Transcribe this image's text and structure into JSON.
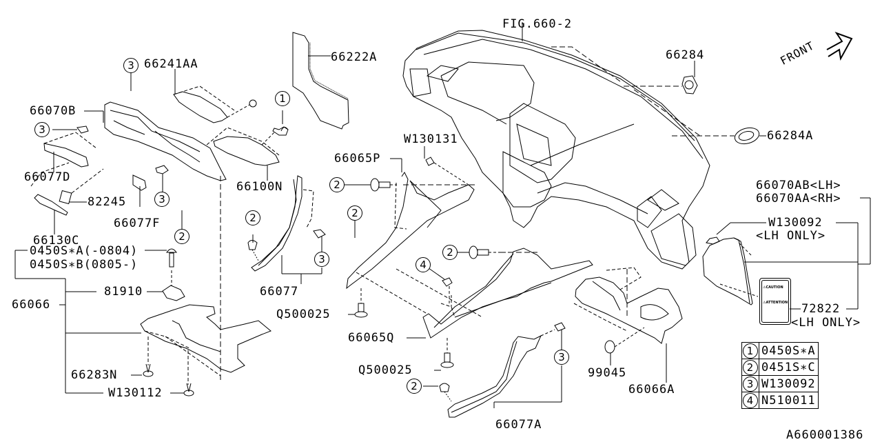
{
  "diagram": {
    "type": "exploded parts diagram",
    "figure_ref": "FIG.660-2",
    "drawing_number": "A660001386",
    "front_indicator": "FRONT",
    "parts": [
      {
        "id": "66241AA",
        "label": "66241AA"
      },
      {
        "id": "66222A",
        "label": "66222A"
      },
      {
        "id": "66070B",
        "label": "66070B"
      },
      {
        "id": "66077D",
        "label": "66077D"
      },
      {
        "id": "82245",
        "label": "82245"
      },
      {
        "id": "66077F",
        "label": "66077F"
      },
      {
        "id": "66130C",
        "label": "66130C"
      },
      {
        "id": "66100N",
        "label": "66100N"
      },
      {
        "id": "0450SA",
        "label": "0450S∗A(-0804)"
      },
      {
        "id": "0450SB",
        "label": "0450S∗B(0805-)"
      },
      {
        "id": "81910",
        "label": "81910"
      },
      {
        "id": "66066",
        "label": "66066"
      },
      {
        "id": "66283N",
        "label": "66283N"
      },
      {
        "id": "W130112",
        "label": "W130112"
      },
      {
        "id": "66077",
        "label": "66077"
      },
      {
        "id": "W130131",
        "label": "W130131"
      },
      {
        "id": "66065P",
        "label": "66065P"
      },
      {
        "id": "Q500025a",
        "label": "Q500025"
      },
      {
        "id": "66065Q",
        "label": "66065Q"
      },
      {
        "id": "Q500025b",
        "label": "Q500025"
      },
      {
        "id": "66077A",
        "label": "66077A"
      },
      {
        "id": "66284",
        "label": "66284"
      },
      {
        "id": "66284A",
        "label": "66284A"
      },
      {
        "id": "66070AB",
        "label": "66070AB<LH>"
      },
      {
        "id": "66070AA",
        "label": "66070AA<RH>"
      },
      {
        "id": "W130092",
        "label": "W130092"
      },
      {
        "id": "W130092_note",
        "label": "<LH ONLY>"
      },
      {
        "id": "72822",
        "label": "72822"
      },
      {
        "id": "72822_note",
        "label": "<LH ONLY>"
      },
      {
        "id": "99045",
        "label": "99045"
      },
      {
        "id": "66066A",
        "label": "66066A"
      }
    ],
    "callouts": [
      "1",
      "2",
      "3",
      "4"
    ],
    "legend": [
      {
        "num": "1",
        "part": "0450S∗A"
      },
      {
        "num": "2",
        "part": "0451S∗C"
      },
      {
        "num": "3",
        "part": "W130092"
      },
      {
        "num": "4",
        "part": "N510011"
      }
    ],
    "caution_label": {
      "line1": "⚠CAUTION",
      "line2": "⚠ATTENTION"
    }
  }
}
